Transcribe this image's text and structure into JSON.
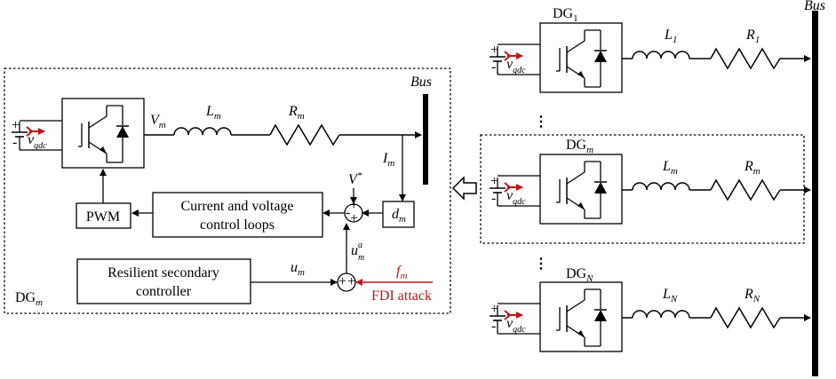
{
  "colors": {
    "line": "#000000",
    "accent": "#c0141c"
  },
  "right_panel": {
    "bus_label": "Bus",
    "units": [
      {
        "name": "DG",
        "sub": "1",
        "inductor": "L",
        "inductor_sub": "1",
        "resistor": "R",
        "resistor_sub": "1",
        "vsrc": "v",
        "vsrc_sub": "gdc"
      },
      {
        "name": "DG",
        "sub": "m",
        "inductor": "L",
        "inductor_sub": "m",
        "resistor": "R",
        "resistor_sub": "m",
        "vsrc": "v",
        "vsrc_sub": "gdc"
      },
      {
        "name": "DG",
        "sub": "N",
        "inductor": "L",
        "inductor_sub": "N",
        "resistor": "R",
        "resistor_sub": "N",
        "vsrc": "v",
        "vsrc_sub": "gdc"
      }
    ],
    "ellipsis": "⋮"
  },
  "left_panel": {
    "bus_label": "Bus",
    "dg_label": "DG",
    "dg_label_sub": "m",
    "vsrc": "v",
    "vsrc_sub": "gdc",
    "voltage": "V",
    "voltage_sub": "m",
    "inductor": "L",
    "inductor_sub": "m",
    "resistor": "R",
    "resistor_sub": "m",
    "current": "I",
    "current_sub": "m",
    "vref": "V",
    "vref_sup": "*",
    "d_block": "d",
    "d_block_sub": "m",
    "pwm": "PWM",
    "control_loops_line1": "Current and voltage",
    "control_loops_line2": "control loops",
    "secondary_line1": "Resilient secondary",
    "secondary_line2": "controller",
    "u": "u",
    "u_sub": "m",
    "ua": "u",
    "ua_sub": "m",
    "ua_sup": "a",
    "f": "f",
    "f_sub": "m",
    "fdi": "FDI attack"
  }
}
